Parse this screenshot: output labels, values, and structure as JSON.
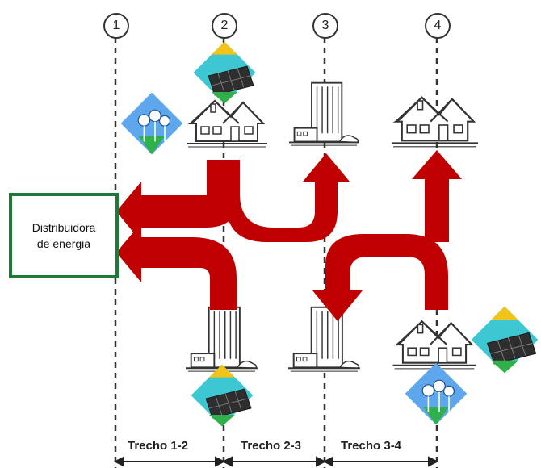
{
  "nodes": [
    {
      "number": "1"
    },
    {
      "number": "2"
    },
    {
      "number": "3"
    },
    {
      "number": "4"
    }
  ],
  "distributor": {
    "line1": "Distribuidora",
    "line2": "de energia"
  },
  "segments": [
    {
      "label": "Trecho 1-2"
    },
    {
      "label": "Trecho 2-3"
    },
    {
      "label": "Trecho 3-4"
    }
  ],
  "top_elements": [
    {
      "node": "2",
      "icons": [
        "solar-panel-icon",
        "wind-turbine-icon",
        "house-icon"
      ]
    },
    {
      "node": "3",
      "icons": [
        "building-icon"
      ]
    },
    {
      "node": "4",
      "icons": [
        "house-icon"
      ]
    }
  ],
  "bottom_elements": [
    {
      "node": "2",
      "icons": [
        "building-icon",
        "solar-panel-icon"
      ]
    },
    {
      "node": "3",
      "icons": [
        "building-icon"
      ]
    },
    {
      "node": "4",
      "icons": [
        "house-icon",
        "solar-panel-icon",
        "wind-turbine-icon"
      ]
    }
  ],
  "colors": {
    "arrow": "#c00000",
    "box_border": "#1f7a3a",
    "dashed_line": "#333333"
  }
}
